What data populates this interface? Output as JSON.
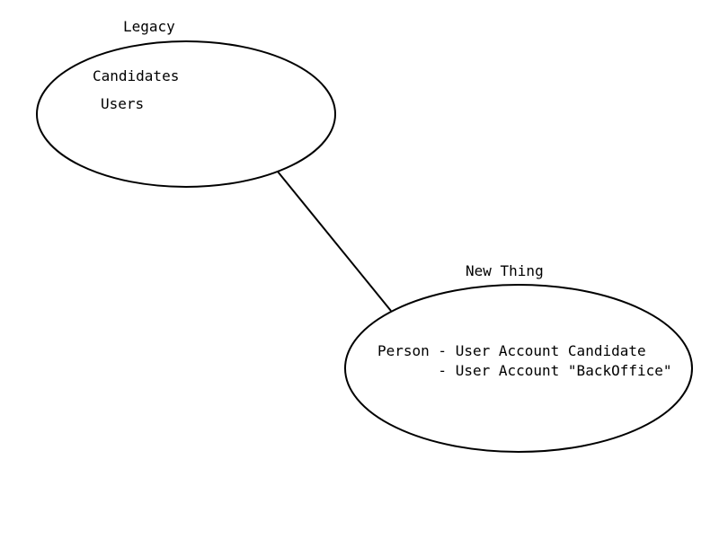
{
  "legacy": {
    "title": "Legacy",
    "items": [
      "Candidates",
      "Users"
    ]
  },
  "new_thing": {
    "title": "New Thing",
    "lines": [
      "Person - User Account Candidate",
      "       - User Account \"BackOffice\""
    ]
  }
}
